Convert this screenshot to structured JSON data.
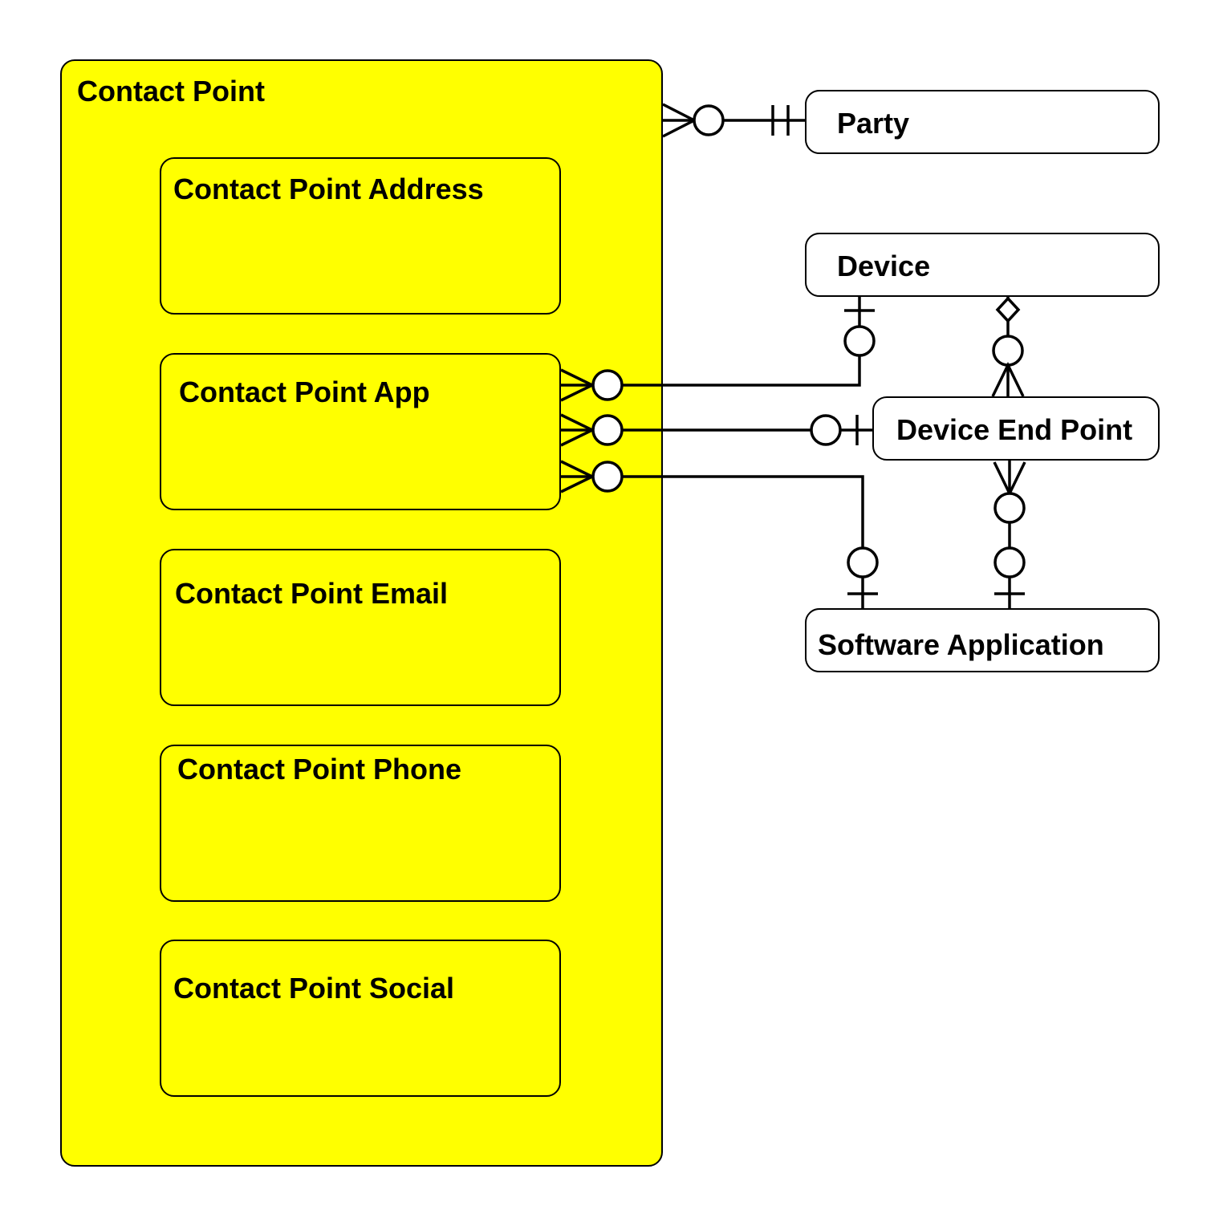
{
  "entities": {
    "contact_point": "Contact Point",
    "contact_point_address": "Contact Point Address",
    "contact_point_app": "Contact Point App",
    "contact_point_email": "Contact Point Email",
    "contact_point_phone": "Contact Point Phone",
    "contact_point_social": "Contact Point Social",
    "party": "Party",
    "device": "Device",
    "device_end_point": "Device End Point",
    "software_application": "Software Application"
  },
  "colors": {
    "container_fill": "#ffff00",
    "entity_fill": "#ffffff",
    "stroke": "#000000"
  }
}
